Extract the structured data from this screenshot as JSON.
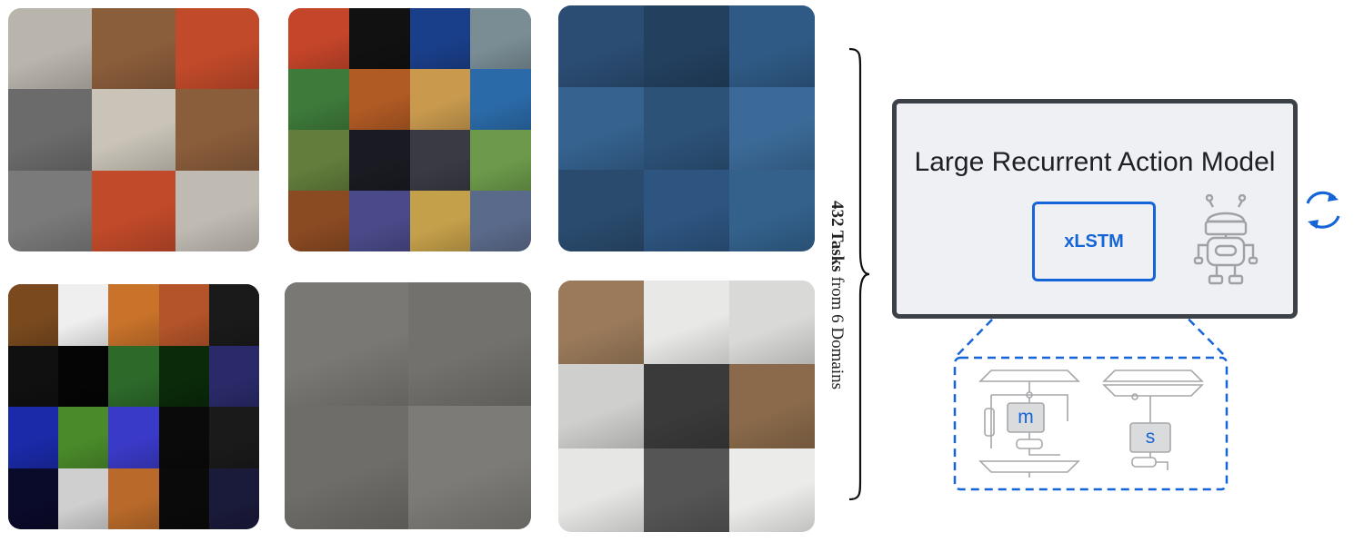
{
  "tasks": {
    "count": "432 Tasks",
    "suffix": " from 6 Domains"
  },
  "model": {
    "title": "Large Recurrent Action Model",
    "core_label": "xLSTM",
    "cells": {
      "m_label": "m",
      "s_label": "s"
    },
    "colors": {
      "accent": "#1565d8",
      "border": "#3c4148",
      "fill": "#eef0f3"
    },
    "icons": [
      "robot-icon",
      "cycle-arrows-icon"
    ]
  },
  "domains": [
    {
      "key": "meta-world",
      "colors": [
        "#b9b4ac",
        "#8a5d3b",
        "#c14a2a",
        "#6b6b6b",
        "#c9c3b8",
        "#8a5d3b",
        "#7a7a7a",
        "#c14a2a",
        "#bfbab2"
      ]
    },
    {
      "key": "procgen",
      "colors": [
        "#c5452a",
        "#111111",
        "#1a3f8a",
        "#7a8d95",
        "#3e7a3a",
        "#b05a24",
        "#c99a4e",
        "#2b6aa8",
        "#627d3c",
        "#1a1a22",
        "#3a3a44",
        "#6c9a4a",
        "#8a4a22",
        "#4a4a8a",
        "#c5a04a",
        "#5a6a8a"
      ]
    },
    {
      "key": "dm-control",
      "colors": [
        "#2b4d73",
        "#23405f",
        "#2f5a85",
        "#35628f",
        "#2c5278",
        "#3b6a98",
        "#2a4b6e",
        "#2d5580",
        "#33618c"
      ]
    },
    {
      "key": "atari",
      "colors": [
        "#7a4a1e",
        "#efefef",
        "#c9722a",
        "#b4542a",
        "#1a1a1a",
        "#101010",
        "#050505",
        "#2d6a2a",
        "#0a2a0a",
        "#2a2a6a",
        "#1a2aa8",
        "#4a8a2a",
        "#3a3ac8",
        "#0a0a0a",
        "#1a1a1a",
        "#0a0a2a",
        "#cfcfcf",
        "#b96a2a",
        "#0a0a0a",
        "#1a1a3a"
      ]
    },
    {
      "key": "composuite",
      "colors": [
        "#7a7874",
        "#73716d",
        "#6f6d69",
        "#7d7b77"
      ]
    },
    {
      "key": "mimicgen",
      "colors": [
        "#9a7a5a",
        "#e8e8e6",
        "#d9d9d7",
        "#cfcfcd",
        "#3a3a3a",
        "#8a6a4a",
        "#e6e6e4",
        "#555555",
        "#ebebea"
      ]
    }
  ]
}
